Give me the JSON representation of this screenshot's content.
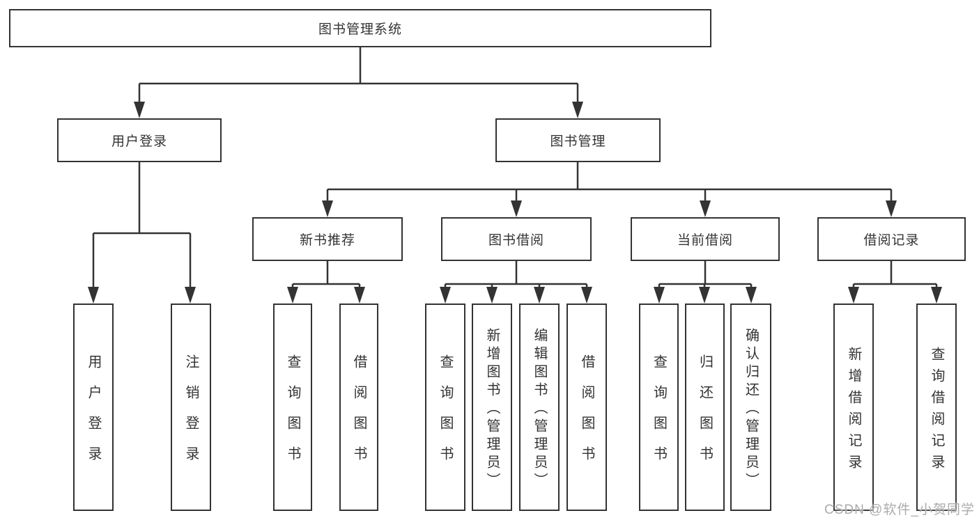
{
  "diagram_title": "图书管理系统",
  "watermark": "CSDN @软件_小贺同学",
  "colors": {
    "line": "#333333",
    "text": "#333333",
    "background": "#ffffff",
    "watermark": "#ababab"
  },
  "tree": {
    "label": "图书管理系统",
    "children": [
      {
        "label": "用户登录",
        "children": [
          {
            "label": "用户登录"
          },
          {
            "label": "注销登录"
          }
        ]
      },
      {
        "label": "图书管理",
        "children": [
          {
            "label": "新书推荐",
            "children": [
              {
                "label": "查询图书"
              },
              {
                "label": "借阅图书"
              }
            ]
          },
          {
            "label": "图书借阅",
            "children": [
              {
                "label": "查询图书"
              },
              {
                "label": "新增图书（管理员）"
              },
              {
                "label": "编辑图书（管理员）"
              },
              {
                "label": "借阅图书"
              }
            ]
          },
          {
            "label": "当前借阅",
            "children": [
              {
                "label": "查询图书"
              },
              {
                "label": "归还图书"
              },
              {
                "label": "确认归还（管理员）"
              }
            ]
          },
          {
            "label": "借阅记录",
            "children": [
              {
                "label": "新增借阅记录"
              },
              {
                "label": "查询借阅记录"
              }
            ]
          }
        ]
      }
    ]
  }
}
